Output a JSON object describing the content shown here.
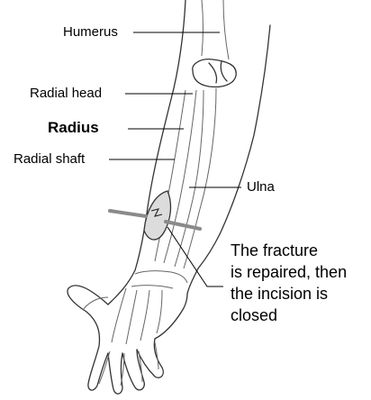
{
  "labels": {
    "humerus": "Humerus",
    "radial_head": "Radial head",
    "radius": "Radius",
    "radial_shaft": "Radial shaft",
    "ulna": "Ulna",
    "note_line1": "The fracture",
    "note_line2": "is repaired, then",
    "note_line3": "the incision is",
    "note_line4": "closed"
  },
  "colors": {
    "outline": "#333333",
    "bone": "#666666",
    "incision_fill": "#dcdcdc",
    "rod": "#8a8a8a"
  }
}
